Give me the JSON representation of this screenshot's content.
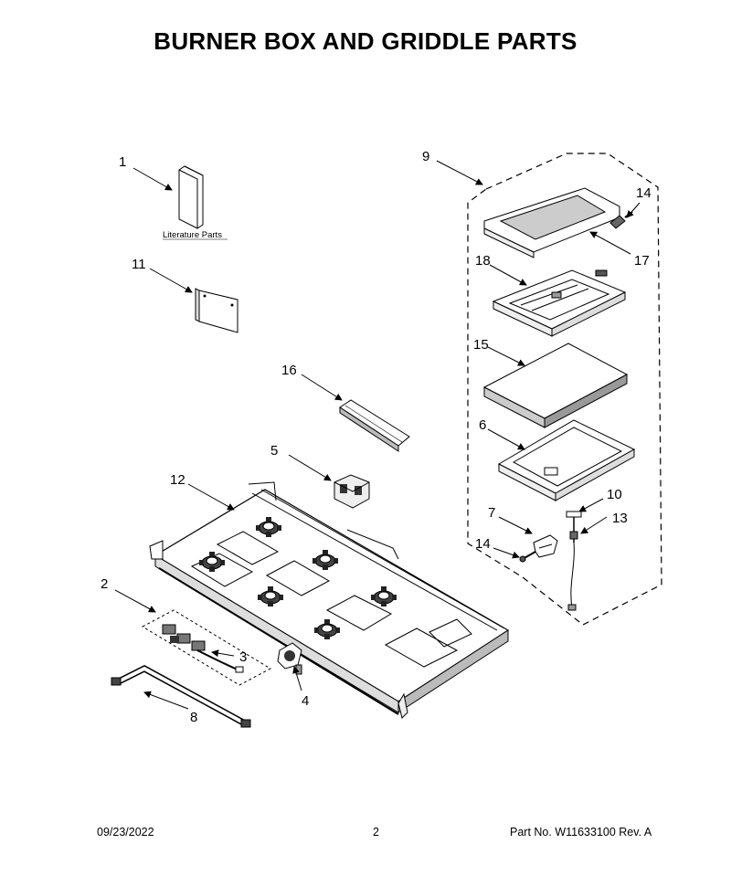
{
  "title": "BURNER BOX AND GRIDDLE PARTS",
  "callouts": {
    "c1": "1",
    "c2": "2",
    "c3": "3",
    "c4": "4",
    "c5": "5",
    "c6": "6",
    "c7": "7",
    "c8": "8",
    "c9": "9",
    "c10": "10",
    "c11": "11",
    "c12": "12",
    "c13": "13",
    "c14a": "14",
    "c14b": "14",
    "c15": "15",
    "c16": "16",
    "c17": "17",
    "c18": "18"
  },
  "literature_label": "Literature Parts",
  "footer": {
    "date": "09/23/2022",
    "page": "2",
    "part": "Part No.  W11633100  Rev.  A"
  }
}
